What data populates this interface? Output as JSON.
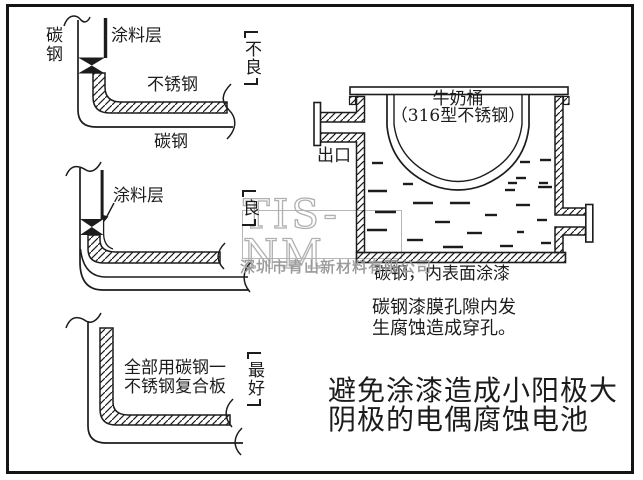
{
  "colors": {
    "ink": "#1c1c1c",
    "watermark_gray": "#b0b0b0",
    "company_gray": "#9a9a9a"
  },
  "diagram_bad": {
    "carbon_steel_vertical": "碳钢",
    "coating_layer": "涂料层",
    "stainless": "不锈钢",
    "carbon_steel_bottom": "碳钢",
    "verdict": "不良"
  },
  "diagram_good": {
    "coating_layer": "涂料层",
    "verdict": "良"
  },
  "diagram_best": {
    "label_line1": "全部用碳钢一",
    "label_line2": "不锈钢复合板",
    "verdict": "最好"
  },
  "tank": {
    "title": "牛奶桶",
    "material": "（316型不锈钢）",
    "outlet": "出口",
    "shell_note": "碳钢，内表面涂漆"
  },
  "notes": {
    "pitting_line1": "碳钢漆膜孔隙内发",
    "pitting_line2": "生腐蚀造成穿孔。",
    "advice_line1": "避免涂漆造成小阳极大",
    "advice_line2": "阴极的电偶腐蚀电池"
  },
  "watermark": {
    "logo": "TIS-NM",
    "company": "深圳市青山新材料有限公司"
  }
}
